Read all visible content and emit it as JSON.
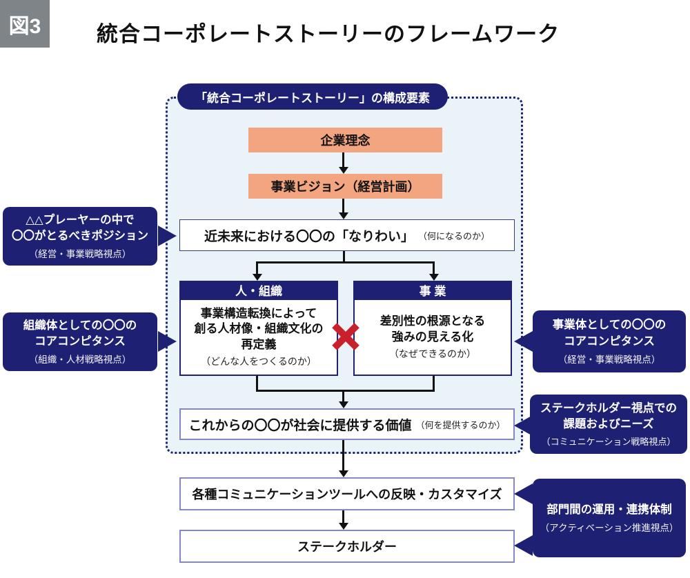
{
  "figure": {
    "tag": "図3",
    "title": "統合コーポレートストーリーのフレームワーク"
  },
  "framework": {
    "badge": "「統合コーポレートストーリー」の構成要素",
    "philosophy": "企業理念",
    "vision": "事業ビジョン（経営計画）",
    "nariwai": {
      "main": "近未来における〇〇の「なりわい」",
      "note": "（何になるのか）"
    },
    "columns": [
      {
        "header": "人・組織",
        "lines": [
          "事業構造転換によって",
          "創る人材像・組織文化の",
          "再定義"
        ],
        "note": "（どんな人をつくるのか）"
      },
      {
        "header": "事 業",
        "lines": [
          "差別性の根源となる",
          "強みの見える化"
        ],
        "note": "（なぜできるのか）"
      }
    ],
    "value": {
      "main": "これからの〇〇が社会に提供する価値",
      "note": "（何を提供するのか）"
    },
    "tools": "各種コミュニケーションツールへの反映・カスタマイズ",
    "stakeholder": "ステークホルダー"
  },
  "left_labels": [
    {
      "lines": [
        "△△プレーヤーの中で",
        "〇〇がとるべきポジション"
      ],
      "note": "（経営・事業戦略視点）"
    },
    {
      "lines": [
        "組織体としての〇〇の",
        "コアコンピタンス"
      ],
      "note": "（組織・人材戦略視点）"
    }
  ],
  "right_labels": [
    {
      "lines": [
        "事業体としての〇〇の",
        "コアコンピタンス"
      ],
      "note": "（経営・事業戦略視点）"
    },
    {
      "lines": [
        "ステークホルダー視点での",
        "課題およびニーズ"
      ],
      "note": "（コミュニケーション戦略視点）"
    },
    {
      "lines": [
        "部門間の運用・連携体制"
      ],
      "note": "（アクティベーション推進視点）"
    }
  ],
  "colors": {
    "navy": "#1e2173",
    "orange": "#f2a57f",
    "panel_bg": "#eaf4f8",
    "cross_red": "#c9202e",
    "figure_tag_gray": "#7e8487",
    "light_border": "#8587c1"
  }
}
